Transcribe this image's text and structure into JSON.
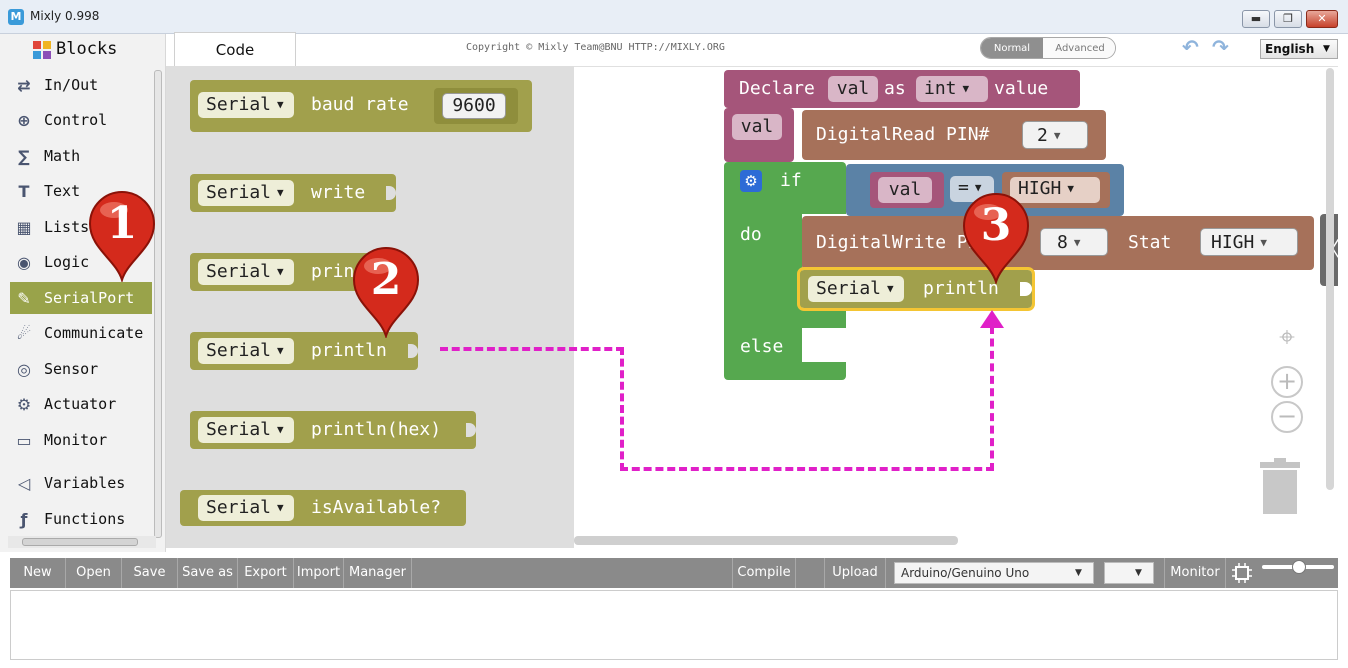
{
  "window": {
    "title": "Mixly 0.998",
    "app_icon_glyph": "M",
    "minimize": "▬",
    "maximize": "❐",
    "close": "✕"
  },
  "header": {
    "blocks_tab": "Blocks",
    "code_tab": "Code",
    "copyright": "Copyright © Mixly Team@BNU HTTP://MIXLY.ORG",
    "mode_normal": "Normal",
    "mode_advanced": "Advanced",
    "undo": "↶",
    "redo": "↷",
    "language": "English",
    "language_arrow": "▼"
  },
  "categories": [
    {
      "label": "In/Out",
      "icon": "⇄"
    },
    {
      "label": "Control",
      "icon": "⊕"
    },
    {
      "label": "Math",
      "icon": "∑"
    },
    {
      "label": "Text",
      "icon": "T"
    },
    {
      "label": "Lists",
      "icon": "▦"
    },
    {
      "label": "Logic",
      "icon": "◉"
    },
    {
      "label": "SerialPort",
      "icon": "✎"
    },
    {
      "label": "Communicate",
      "icon": "☄"
    },
    {
      "label": "Sensor",
      "icon": "◎"
    },
    {
      "label": "Actuator",
      "icon": "⚙"
    },
    {
      "label": "Monitor",
      "icon": "▭"
    },
    {
      "label": "Variables",
      "icon": "◁"
    },
    {
      "label": "Functions",
      "icon": "ƒ"
    }
  ],
  "flyout": {
    "serial": "Serial",
    "dropdown_arrow": "▼",
    "baud_rate": "baud rate",
    "baud_value": "9600",
    "write": "write",
    "print": "print",
    "println": "println",
    "println_hex": "println(hex)",
    "is_available": "isAvailable?"
  },
  "program": {
    "declare": "Declare",
    "var_name": "val",
    "as": "as",
    "type": "int",
    "value": "value",
    "digital_read": "DigitalRead PIN#",
    "read_pin": "2",
    "if": "if",
    "do": "do",
    "else": "else",
    "eq": "=",
    "high": "HIGH",
    "digital_write": "DigitalWrite PIN#",
    "write_pin": "8",
    "stat": "Stat",
    "serial": "Serial",
    "println": "println",
    "gear": "⚙"
  },
  "markers": [
    "1",
    "2",
    "3"
  ],
  "workspace_controls": {
    "center": "⌖",
    "zoom_in": "+",
    "zoom_out": "−",
    "trash": "🗑",
    "collapse": "〈"
  },
  "toolbar": {
    "new": "New",
    "open": "Open",
    "save": "Save",
    "save_as": "Save as",
    "export": "Export",
    "import": "Import",
    "manager": "Manager",
    "compile": "Compile",
    "upload": "Upload",
    "board": "Arduino/Genuino Uno",
    "port": "",
    "monitor": "Monitor"
  },
  "colors": {
    "serial_block": "#a1a04c",
    "variable_block": "#a5557a",
    "io_block": "#a6715a",
    "control_block": "#56a84f",
    "logic_block": "#5b82a6",
    "marker_red": "#d42a1c",
    "connector_dash": "#e020c8",
    "selected_outline": "#f4c533"
  }
}
